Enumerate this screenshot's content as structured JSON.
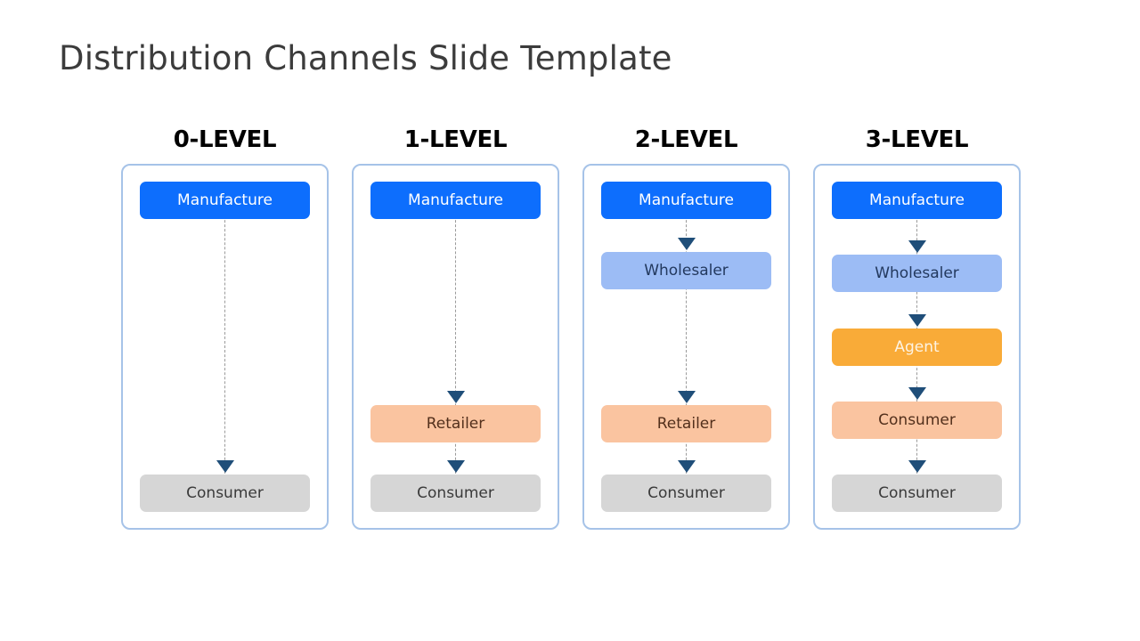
{
  "slide": {
    "title": "Distribution Channels Slide Template",
    "background_color": "#ffffff",
    "title_color": "#3c3c3c"
  },
  "palette": {
    "panel_border": "#a6c3e8",
    "manufacture": "#0d6efd",
    "wholesaler": "#9cbcf5",
    "agent": "#f9ab38",
    "retailer": "#fac4a0",
    "consumer": "#d6d6d6",
    "arrow": "#1f4e79",
    "dash_line": "#9a9a9a"
  },
  "columns": [
    {
      "header": "0-LEVEL",
      "nodes": [
        {
          "label": "Manufacture",
          "style": "manufacture"
        },
        {
          "label": "Consumer",
          "style": "consumer"
        }
      ]
    },
    {
      "header": "1-LEVEL",
      "nodes": [
        {
          "label": "Manufacture",
          "style": "manufacture"
        },
        {
          "label": "Retailer",
          "style": "retailer"
        },
        {
          "label": "Consumer",
          "style": "consumer"
        }
      ]
    },
    {
      "header": "2-LEVEL",
      "nodes": [
        {
          "label": "Manufacture",
          "style": "manufacture"
        },
        {
          "label": "Wholesaler",
          "style": "wholesaler"
        },
        {
          "label": "Retailer",
          "style": "retailer"
        },
        {
          "label": "Consumer",
          "style": "consumer"
        }
      ]
    },
    {
      "header": "3-LEVEL",
      "nodes": [
        {
          "label": "Manufacture",
          "style": "manufacture"
        },
        {
          "label": "Wholesaler",
          "style": "wholesaler"
        },
        {
          "label": "Agent",
          "style": "agent"
        },
        {
          "label": "Consumer",
          "style": "retailer"
        },
        {
          "label": "Consumer",
          "style": "consumer"
        }
      ]
    }
  ]
}
